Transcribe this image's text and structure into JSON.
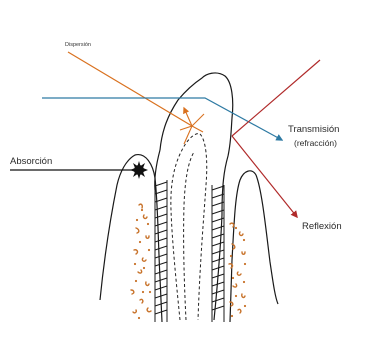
{
  "labels": {
    "dispersion": "Dispersión",
    "absorption": "Absorción",
    "transmission": "Transmisión",
    "refraction": "(refracción)",
    "reflection": "Reflexión"
  },
  "colors": {
    "dispersion": "#d9711f",
    "transmission": "#2e7aa3",
    "reflection": "#b02a2a",
    "absorption": "#111111",
    "outline": "#1a1a1a",
    "pulp_dots": "#c8732b"
  }
}
